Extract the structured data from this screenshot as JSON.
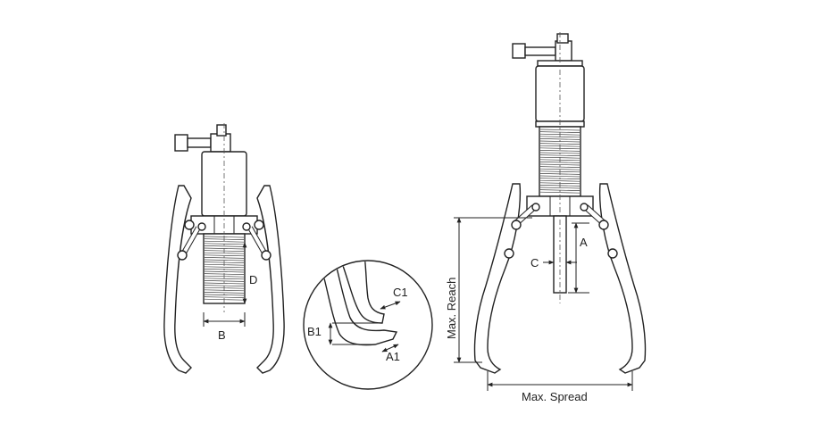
{
  "labels": {
    "left_b": "B",
    "left_d": "D",
    "detail_c1": "C1",
    "detail_b1": "B1",
    "detail_a1": "A1",
    "right_a": "A",
    "right_c": "C",
    "right_max_reach": "Max. Reach",
    "right_max_spread": "Max. Spread"
  },
  "colors": {
    "line": "#222222",
    "background": "#ffffff"
  }
}
